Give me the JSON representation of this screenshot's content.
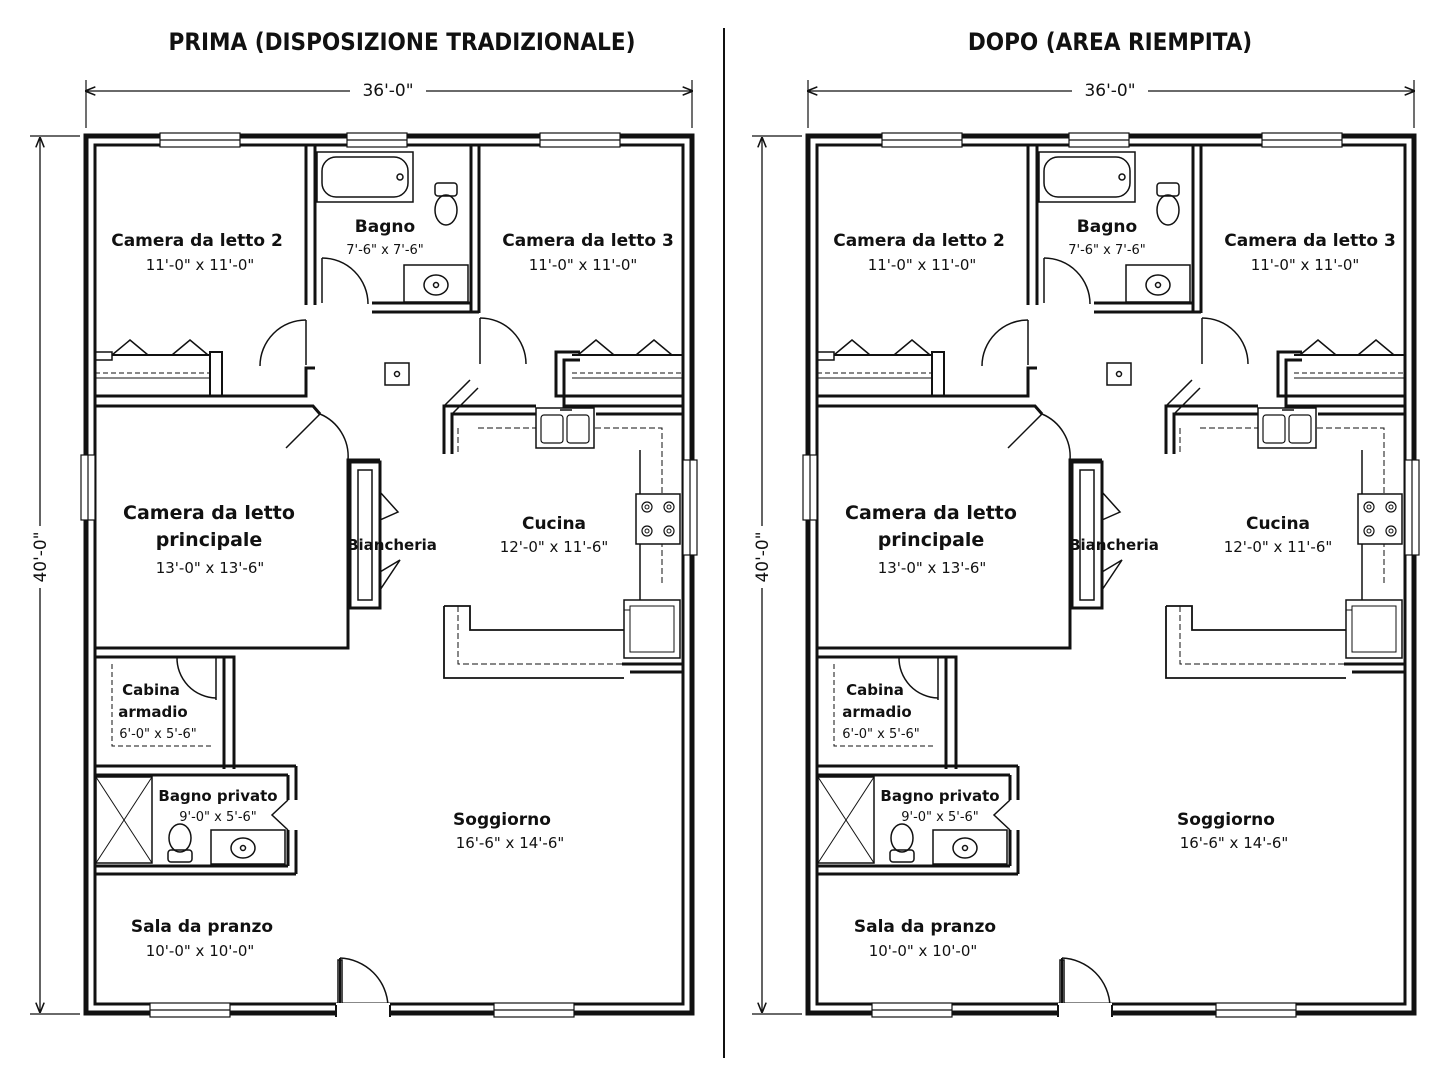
{
  "plans": [
    {
      "title": "PRIMA (DISPOSIZIONE TRADIZIONALE)",
      "width_label": "36'-0\"",
      "height_label": "40'-0\"",
      "rooms": {
        "bed2": {
          "name": "Camera da letto 2",
          "size": "11'-0\" x 11'-0\""
        },
        "bath": {
          "name": "Bagno",
          "size": "7'-6\" x 7'-6\""
        },
        "bed3": {
          "name": "Camera da letto 3",
          "size": "11'-0\" x 11'-0\""
        },
        "master": {
          "name1": "Camera da letto",
          "name2": "principale",
          "size": "13'-0\" x 13'-6\""
        },
        "linen": {
          "name": "Biancheria"
        },
        "kitchen": {
          "name": "Cucina",
          "size": "12'-0\" x 11'-6\""
        },
        "closet": {
          "name1": "Cabina",
          "name2": "armadio",
          "size": "6'-0\" x 5'-6\""
        },
        "ensuite": {
          "name": "Bagno privato",
          "size": "9'-0\" x 5'-6\""
        },
        "living": {
          "name": "Soggiorno",
          "size": "16'-6\" x 14'-6\""
        },
        "dining": {
          "name": "Sala da pranzo",
          "size": "10'-0\" x 10'-0\""
        }
      }
    },
    {
      "title": "DOPO (AREA RIEMPITA)",
      "width_label": "36'-0\"",
      "height_label": "40'-0\"",
      "rooms": {
        "bed2": {
          "name": "Camera da letto 2",
          "size": "11'-0\" x 11'-0\""
        },
        "bath": {
          "name": "Bagno",
          "size": "7'-6\" x 7'-6\""
        },
        "bed3": {
          "name": "Camera da letto 3",
          "size": "11'-0\" x 11'-0\""
        },
        "master": {
          "name1": "Camera da letto",
          "name2": "principale",
          "size": "13'-0\" x 13'-6\""
        },
        "linen": {
          "name": "Biancheria"
        },
        "kitchen": {
          "name": "Cucina",
          "size": "12'-0\" x 11'-6\""
        },
        "closet": {
          "name1": "Cabina",
          "name2": "armadio",
          "size": "6'-0\" x 5'-6\""
        },
        "ensuite": {
          "name": "Bagno privato",
          "size": "9'-0\" x 5'-6\""
        },
        "living": {
          "name": "Soggiorno",
          "size": "16'-6\" x 14'-6\""
        },
        "dining": {
          "name": "Sala da pranzo",
          "size": "10'-0\" x 10'-0\""
        }
      }
    }
  ]
}
